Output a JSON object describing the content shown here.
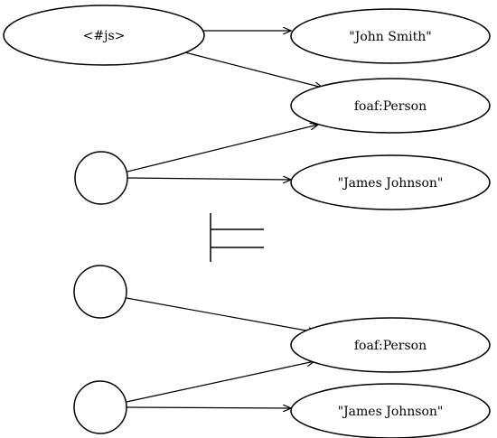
{
  "graph_top": {
    "nodes": {
      "js": "<#js>",
      "name": "\"John Smith\"",
      "type": "foaf:Person",
      "blank": "",
      "literal": "\"James Johnson\""
    }
  },
  "graph_bottom": {
    "nodes": {
      "blank_a": "",
      "type": "foaf:Person",
      "blank_b": "",
      "literal": "\"James Johnson\""
    }
  },
  "symbol": "models / entails"
}
